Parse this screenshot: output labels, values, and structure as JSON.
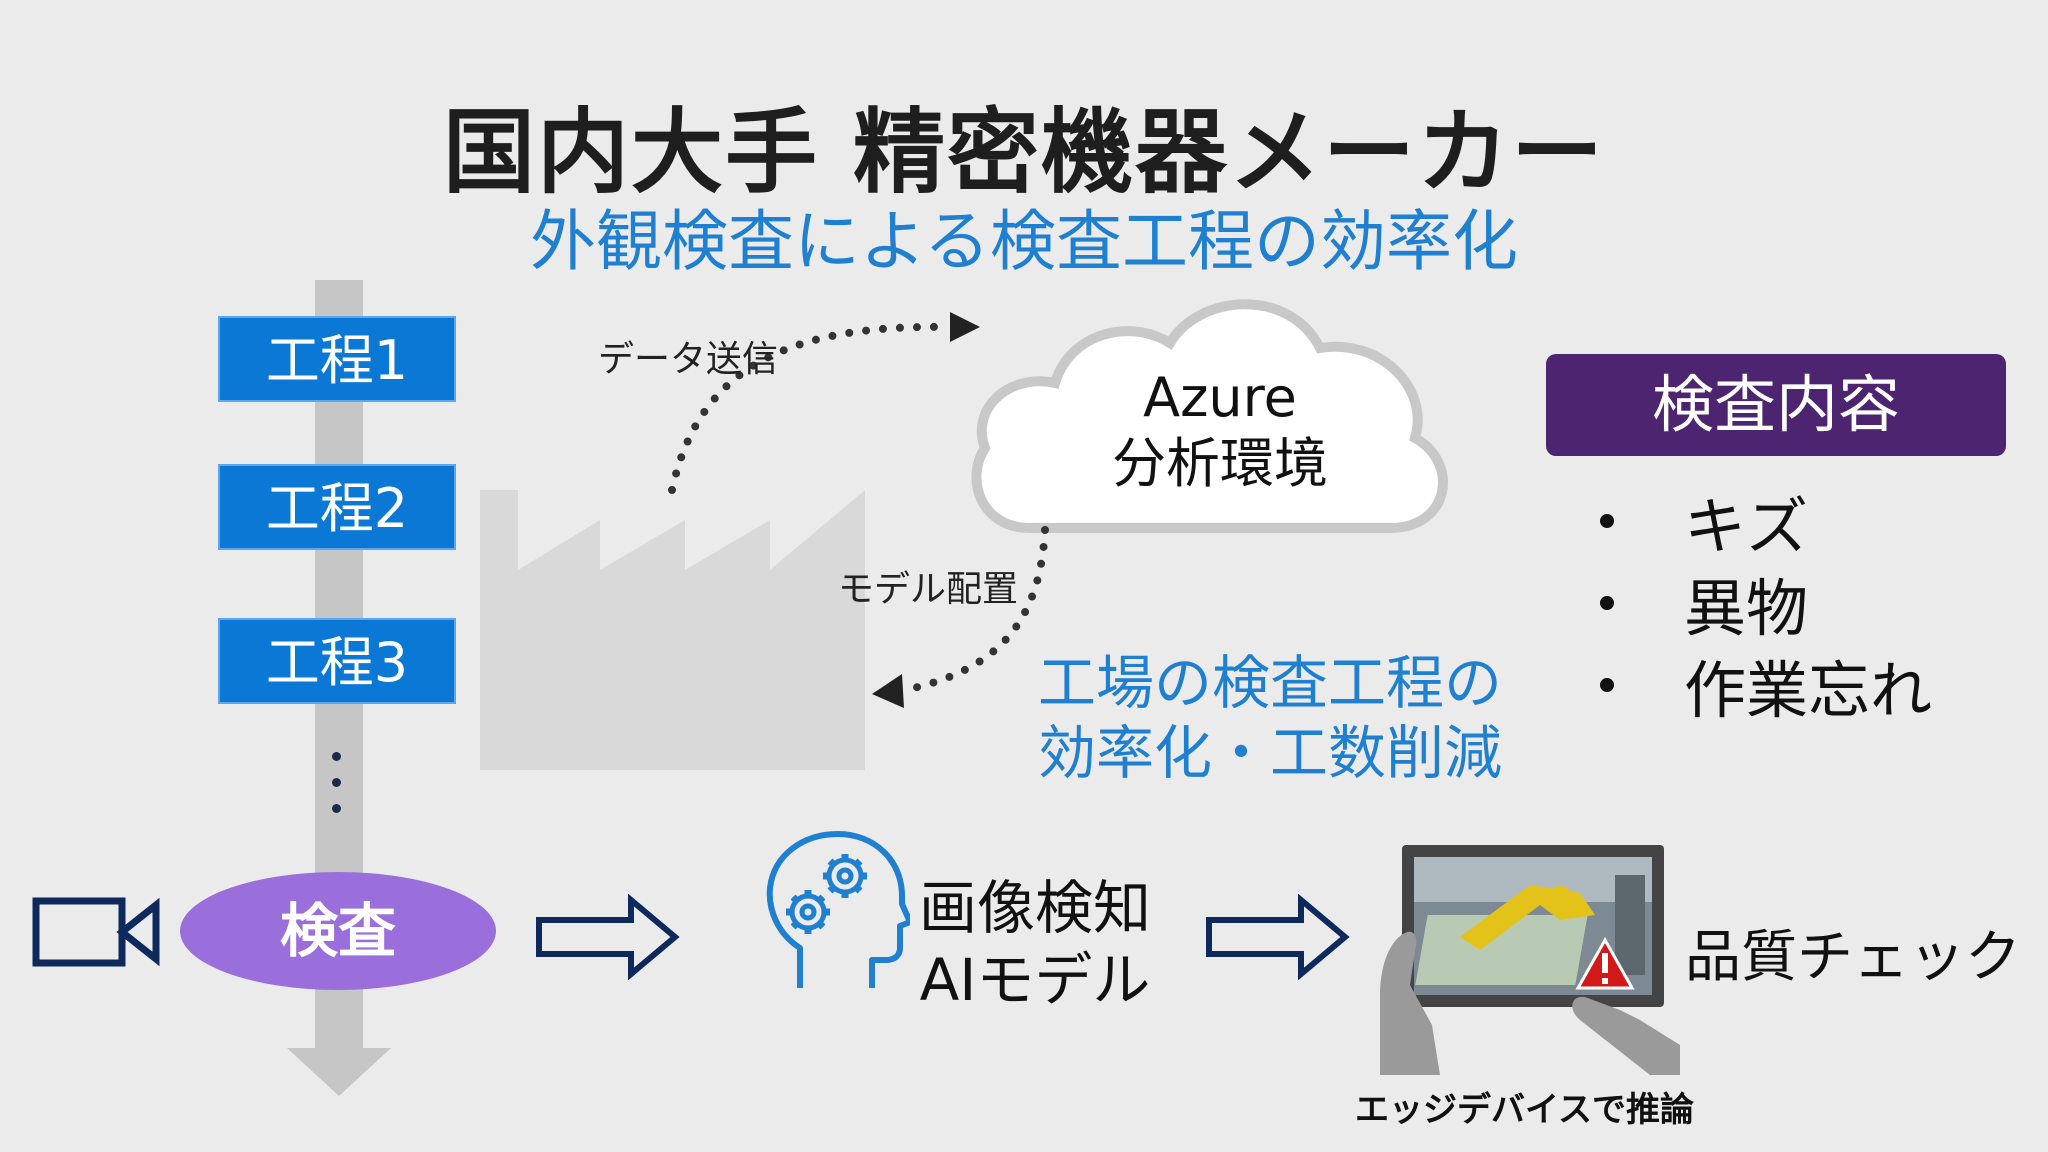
{
  "title": "国内大手 精密機器メーカー",
  "subtitle": "外観検査による検査工程の効率化",
  "process": {
    "steps": [
      "工程1",
      "工程2",
      "工程3"
    ],
    "inspect_label": "検査"
  },
  "cloud": {
    "line1": "Azure",
    "line2": "分析環境"
  },
  "flow_labels": {
    "data_send": "データ送信",
    "model_deploy": "モデル配置"
  },
  "benefit": {
    "line1": "工場の検査工程の",
    "line2": "効率化・工数削減"
  },
  "inspection_content": {
    "header": "検査内容",
    "items": [
      "キズ",
      "異物",
      "作業忘れ"
    ]
  },
  "model": {
    "line1": "画像検知",
    "line2": "AIモデル"
  },
  "quality_check": "品質チェック",
  "edge_inference": "エッジデバイスで推論",
  "colors": {
    "accent_blue": "#1f7fd1",
    "step_blue": "#0a78d4",
    "purple_dark": "#4c2470",
    "purple_light": "#9b6fdb",
    "navy": "#0e2a5c"
  },
  "icons": [
    "camera-icon",
    "gear-head-icon",
    "cloud-icon",
    "factory-icon",
    "tablet-icon",
    "warning-icon"
  ]
}
